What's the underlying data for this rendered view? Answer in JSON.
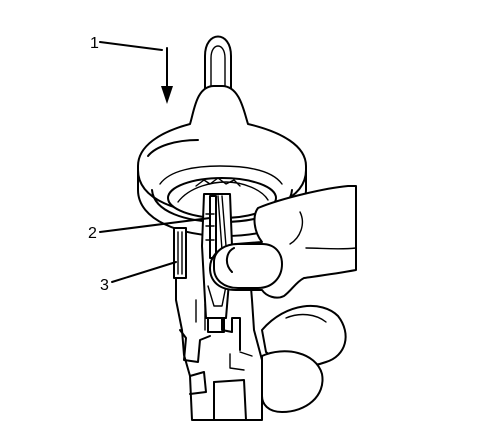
{
  "callouts": [
    {
      "id": "1",
      "label": "1"
    },
    {
      "id": "2",
      "label": "2"
    },
    {
      "id": "3",
      "label": "3"
    }
  ],
  "colors": {
    "line": "#000000",
    "background": "#ffffff"
  },
  "icons": {
    "push_direction": "arrow-down-icon"
  }
}
